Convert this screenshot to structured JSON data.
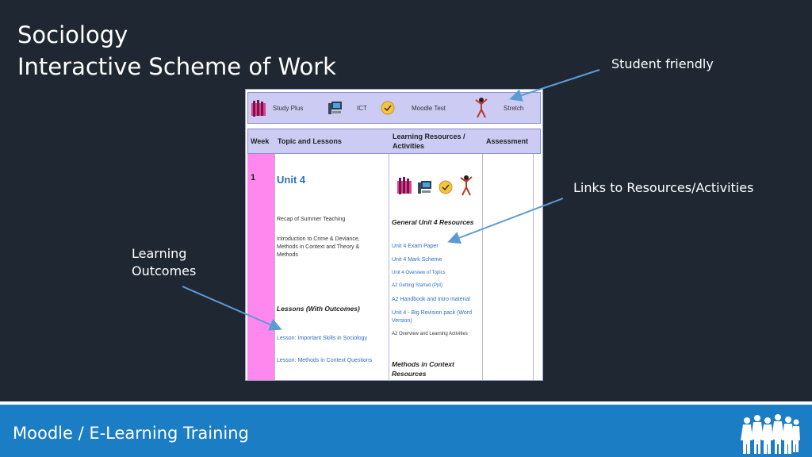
{
  "title": {
    "line1": "Sociology",
    "line2": "Interactive Scheme of Work"
  },
  "callouts": {
    "student_friendly": "Student friendly",
    "links": "Links to Resources/Activities",
    "outcomes_line1": "Learning",
    "outcomes_line2": "Outcomes"
  },
  "nav": {
    "study_plus": "Study Plus",
    "ict": "ICT",
    "moodle_test": "Moodle Test",
    "stretch": "Stretch"
  },
  "table": {
    "headers": {
      "week": "Week",
      "topic": "Topic and Lessons",
      "resources_line1": "Learning Resources /",
      "resources_line2": "Activities",
      "assessment": "Assessment"
    },
    "week_number": "1",
    "unit_title": "Unit 4",
    "topics": {
      "recap": "Recap of Summer Teaching",
      "intro_line1": "Introduction to Crime & Deviance,",
      "intro_line2": "Methods in Context and Theory &",
      "intro_line3": "Methods",
      "lessons_heading": "Lessons (With Outcomes)",
      "lesson1": "Lesson: Important Skills in Sociology",
      "lesson2": "Lesson: Methods in Context Questions"
    },
    "resources": {
      "general_heading": "General Unit 4 Resources",
      "exam_paper": "Unit 4 Exam Paper",
      "mark_scheme": "Unit 4 Mark Scheme",
      "overview": "Unit 4 Overview of Topics",
      "getting_started": "A2 Getting Started (Ppt)",
      "handbook": "A2 Handbook and Intro material",
      "revision_line1": "Unit 4 - Big Revision pack (Word",
      "revision_line2": "Version)",
      "a2_overview": "A2 Overview and Learning Activities",
      "methods_heading_line1": "Methods in Context",
      "methods_heading_line2": "Resources"
    }
  },
  "footer": {
    "text": "Moodle / E-Learning Training"
  },
  "colors": {
    "background": "#1f2832",
    "footer": "#1b7dc3",
    "link": "#2c6fbf",
    "week_column": "#ff88ee",
    "header": "#cbcbf4",
    "arrow": "#5b9bd5"
  }
}
